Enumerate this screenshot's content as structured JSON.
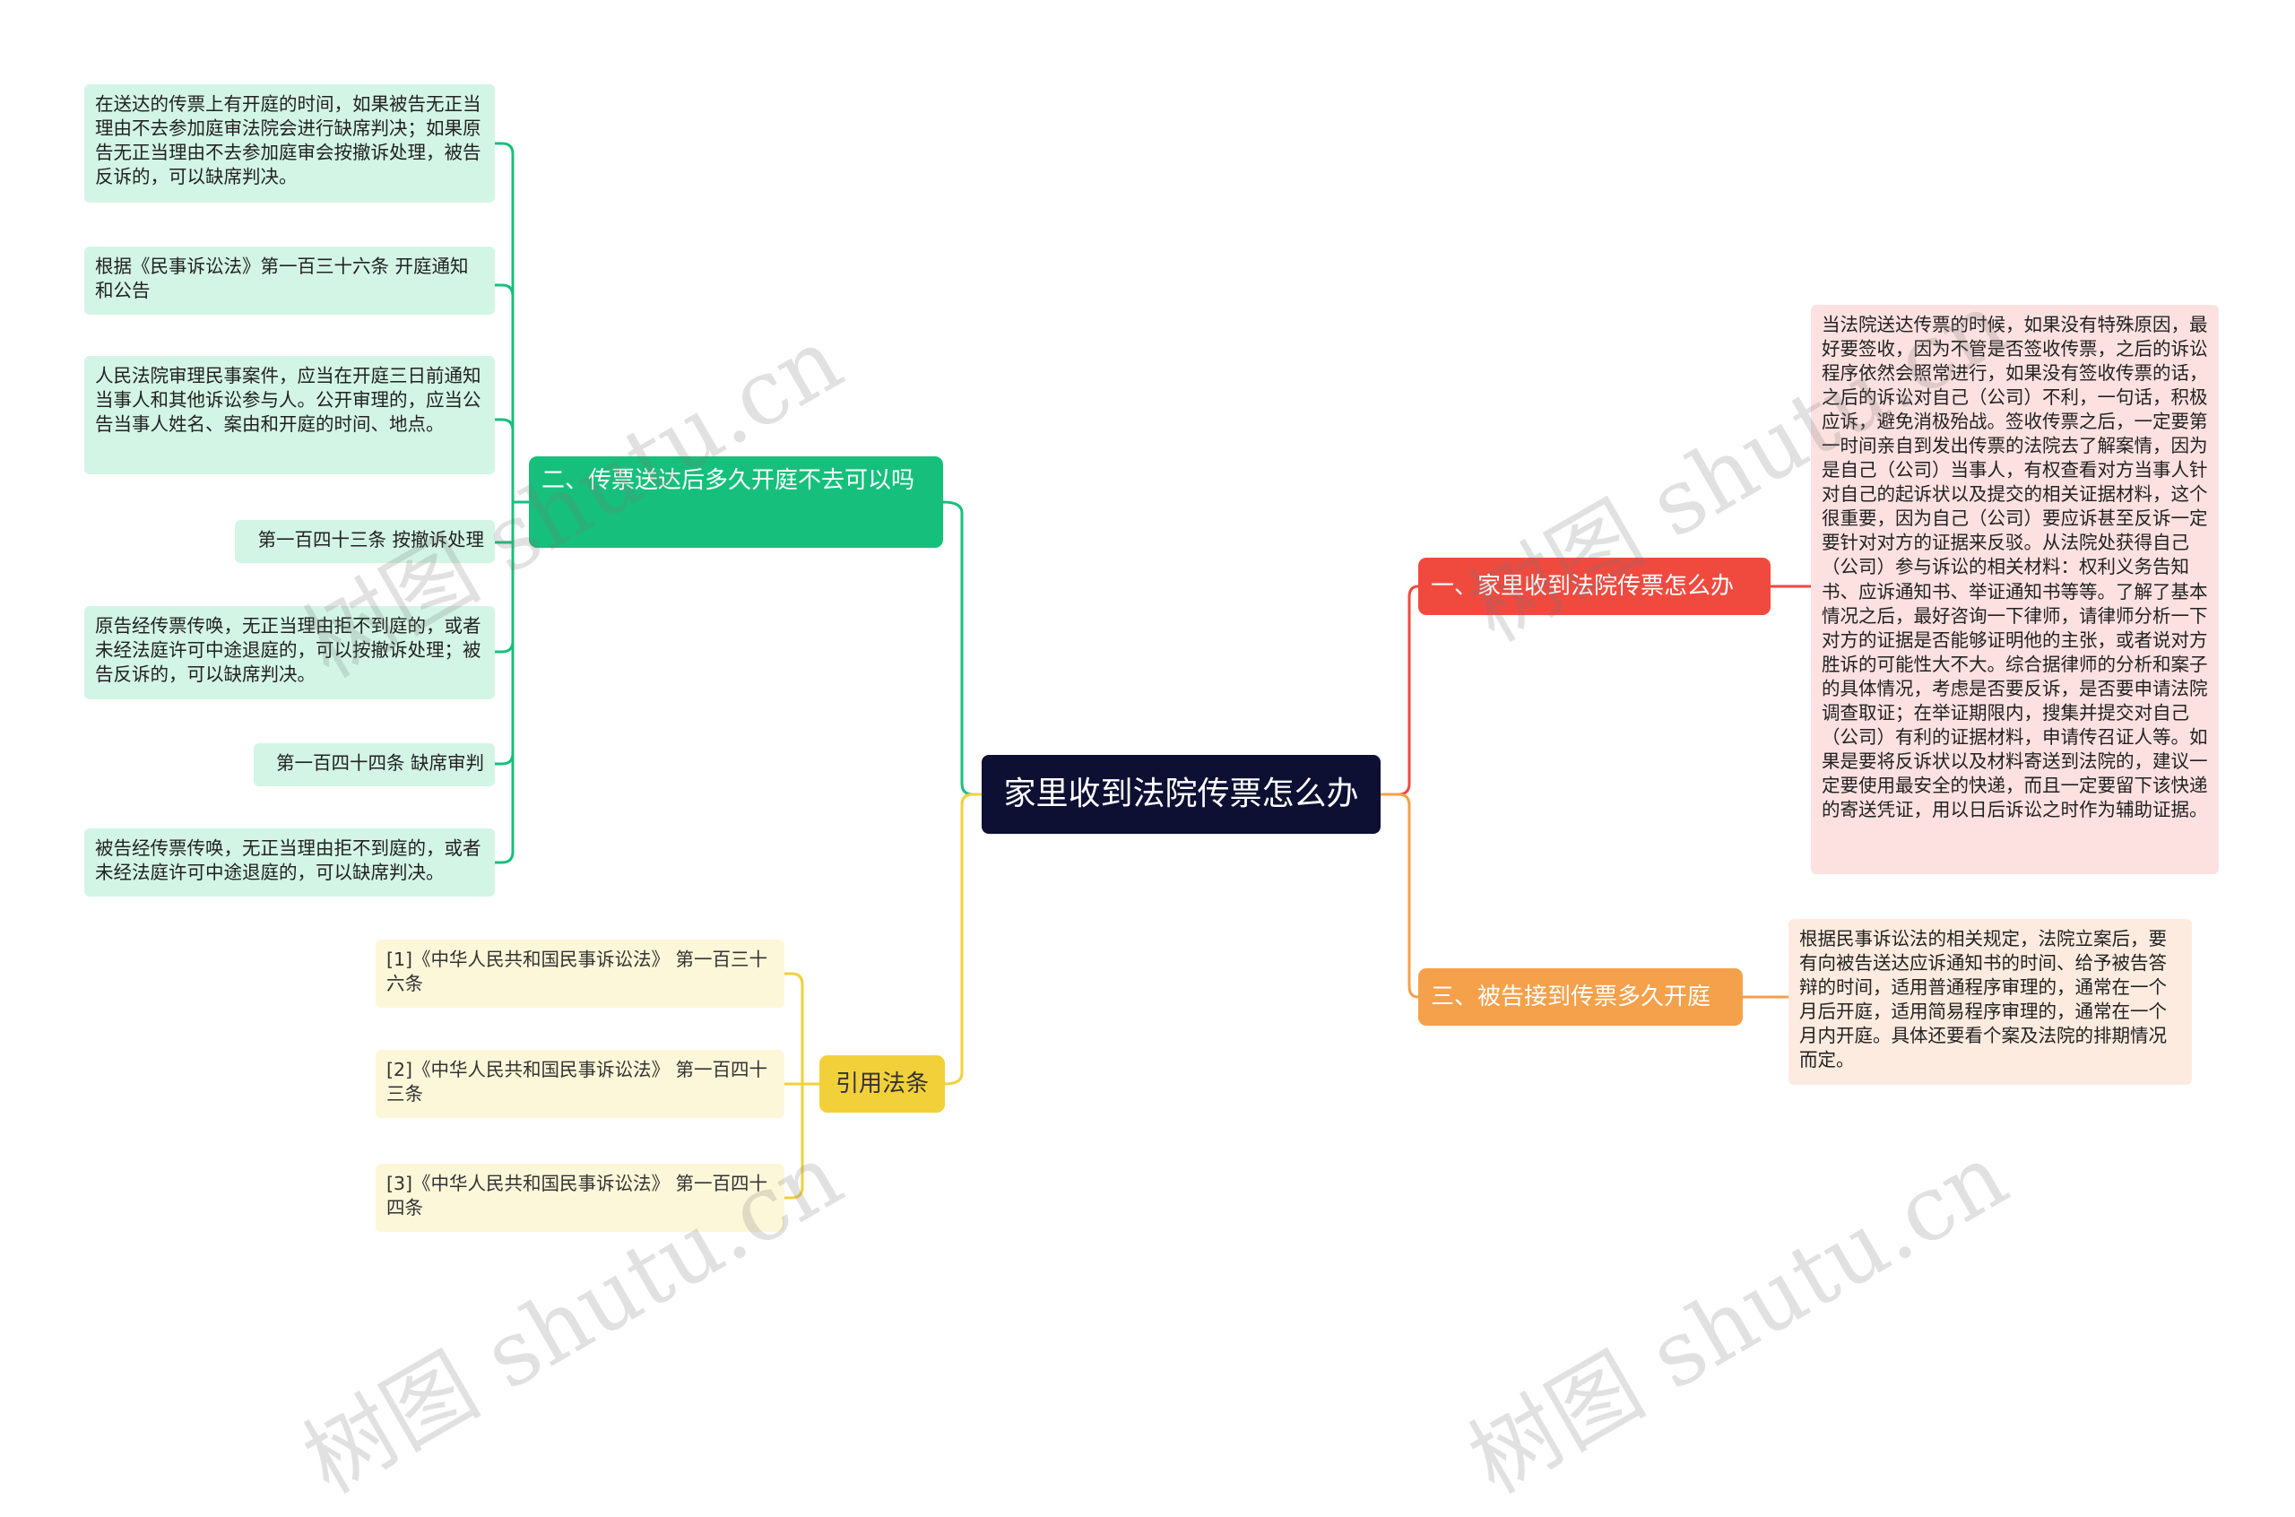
{
  "root": {
    "label": "家里收到法院传票怎么办"
  },
  "branches": {
    "one": {
      "label": "一、家里收到法院传票怎么办",
      "leaves": [
        "当法院送达传票的时候，如果没有特殊原因，最好要签收，因为不管是否签收传票，之后的诉讼程序依然会照常进行，如果没有签收传票的话，之后的诉讼对自己（公司）不利，一句话，积极应诉，避免消极殆战。签收传票之后，一定要第一时间亲自到发出传票的法院去了解案情，因为是自己（公司）当事人，有权查看对方当事人针对自己的起诉状以及提交的相关证据材料，这个很重要，因为自己（公司）要应诉甚至反诉一定要针对对方的证据来反驳。从法院处获得自己（公司）参与诉讼的相关材料：权利义务告知书、应诉通知书、举证通知书等等。了解了基本情况之后，最好咨询一下律师，请律师分析一下对方的证据是否能够证明他的主张，或者说对方胜诉的可能性大不大。综合据律师的分析和案子的具体情况，考虑是否要反诉，是否要申请法院调查取证；在举证期限内，搜集并提交对自己（公司）有利的证据材料，申请传召证人等。如果是要将反诉状以及材料寄送到法院的，建议一定要使用最安全的快递，而且一定要留下该快递的寄送凭证，用以日后诉讼之时作为辅助证据。"
      ]
    },
    "three": {
      "label": "三、被告接到传票多久开庭",
      "leaves": [
        "根据民事诉讼法的相关规定，法院立案后，要有向被告送达应诉通知书的时间、给予被告答辩的时间，适用普通程序审理的，通常在一个月后开庭，适用简易程序审理的，通常在一个月内开庭。具体还要看个案及法院的排期情况而定。"
      ]
    },
    "two": {
      "label": "二、传票送达后多久开庭不去可以吗",
      "leaves": [
        "在送达的传票上有开庭的时间，如果被告无正当理由不去参加庭审法院会进行缺席判决；如果原告无正当理由不去参加庭审会按撤诉处理，被告反诉的，可以缺席判决。",
        "根据《民事诉讼法》第一百三十六条 开庭通知和公告",
        "人民法院审理民事案件，应当在开庭三日前通知当事人和其他诉讼参与人。公开审理的，应当公告当事人姓名、案由和开庭的时间、地点。",
        "第一百四十三条 按撤诉处理",
        "原告经传票传唤，无正当理由拒不到庭的，或者未经法庭许可中途退庭的，可以按撤诉处理；被告反诉的，可以缺席判决。",
        "第一百四十四条 缺席审判",
        "被告经传票传唤，无正当理由拒不到庭的，或者未经法庭许可中途退庭的，可以缺席判决。"
      ]
    },
    "cite": {
      "label": "引用法条",
      "leaves": [
        "[1]《中华人民共和国民事诉讼法》 第一百三十六条",
        "[2]《中华人民共和国民事诉讼法》 第一百四十三条",
        "[3]《中华人民共和国民事诉讼法》 第一百四十四条"
      ]
    }
  },
  "colors": {
    "root": "#0d1033",
    "red": "#f04a3f",
    "orange": "#f5a04a",
    "green": "#16c07c",
    "yellow": "#f2d03a"
  },
  "watermark": "树图 shutu.cn"
}
